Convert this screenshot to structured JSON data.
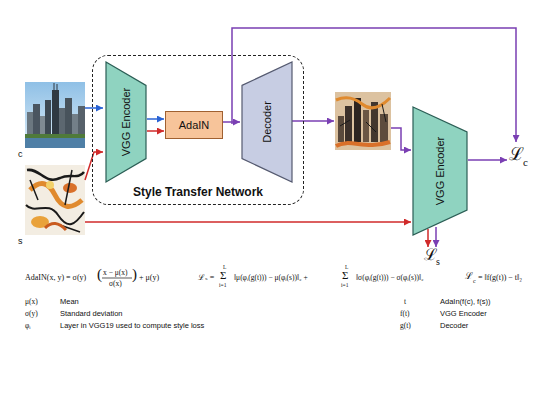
{
  "diagram": {
    "nodes": [
      {
        "text": [
          "Style Transfer Network"
        ]
      },
      {
        "text": [
          "VGG Encoder"
        ],
        "in": 0
      },
      {
        "text": [
          "AdaIN"
        ],
        "in": 0
      },
      {
        "text": [
          "Decoder"
        ],
        "in": 0
      },
      {
        "text": [
          "VGG Encoder"
        ]
      }
    ],
    "edges": [
      {
        "from": 1,
        "to": 2,
        "arrow": "to"
      },
      {
        "from": 1,
        "to": 2,
        "arrow": "to"
      },
      {
        "from": 2,
        "to": 3,
        "arrow": "to"
      }
    ],
    "labels": [
      "c",
      "s",
      "ℒ",
      "c",
      "ℒ",
      "s",
      "AdaIN(x, y) = σ(y)",
      "(",
      "x − μ(x)",
      "σ(x)",
      ")",
      "+ μ(y)",
      "ℒₛ =",
      "L",
      "Σ",
      "i=1",
      "‖μ(φᵢ(g(t))) − μ(φᵢ(s))‖₂ +",
      "L",
      "Σ",
      "i=1",
      "‖σ(φᵢ(g(t))) − σ(φᵢ(s))‖₂",
      "ℒ",
      "c",
      "= ‖f(g(t)) − t‖₂",
      "μ(x)",
      "Mean",
      "σ(y)",
      "Standard deviation",
      "φᵢ",
      "Layer in VGG19 used to compute style loss",
      "t",
      "AdaIn(f(c), f(s))",
      "f(t)",
      "VGG Encoder",
      "g(t)",
      "Decoder"
    ]
  }
}
